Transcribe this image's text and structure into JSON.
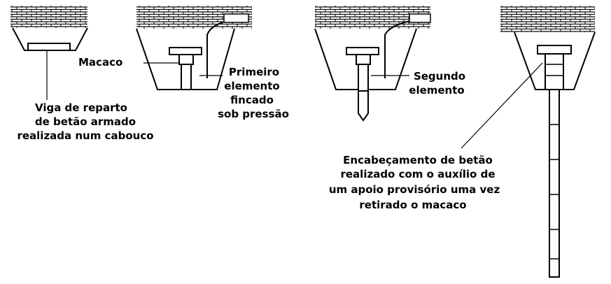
{
  "labels": {
    "viga_line1": "Viga de reparto",
    "viga_line2": "de betão armado",
    "viga_line3": "realizada num cabouco",
    "macaco": "Macaco",
    "primeiro_line1": "Primeiro",
    "primeiro_line2": "elemento",
    "primeiro_line3": "fincado",
    "primeiro_line4": "sob pressão",
    "segundo_line1": "Segundo",
    "segundo_line2": "elemento",
    "encab_line1": "Encabeçamento de betão",
    "encab_line2": "realizado com o auxílio de",
    "encab_line3": "um apoio provisório uma vez",
    "encab_line4": "retirado o macaco"
  },
  "colors": {
    "ink": "#000000",
    "background": "#ffffff"
  }
}
